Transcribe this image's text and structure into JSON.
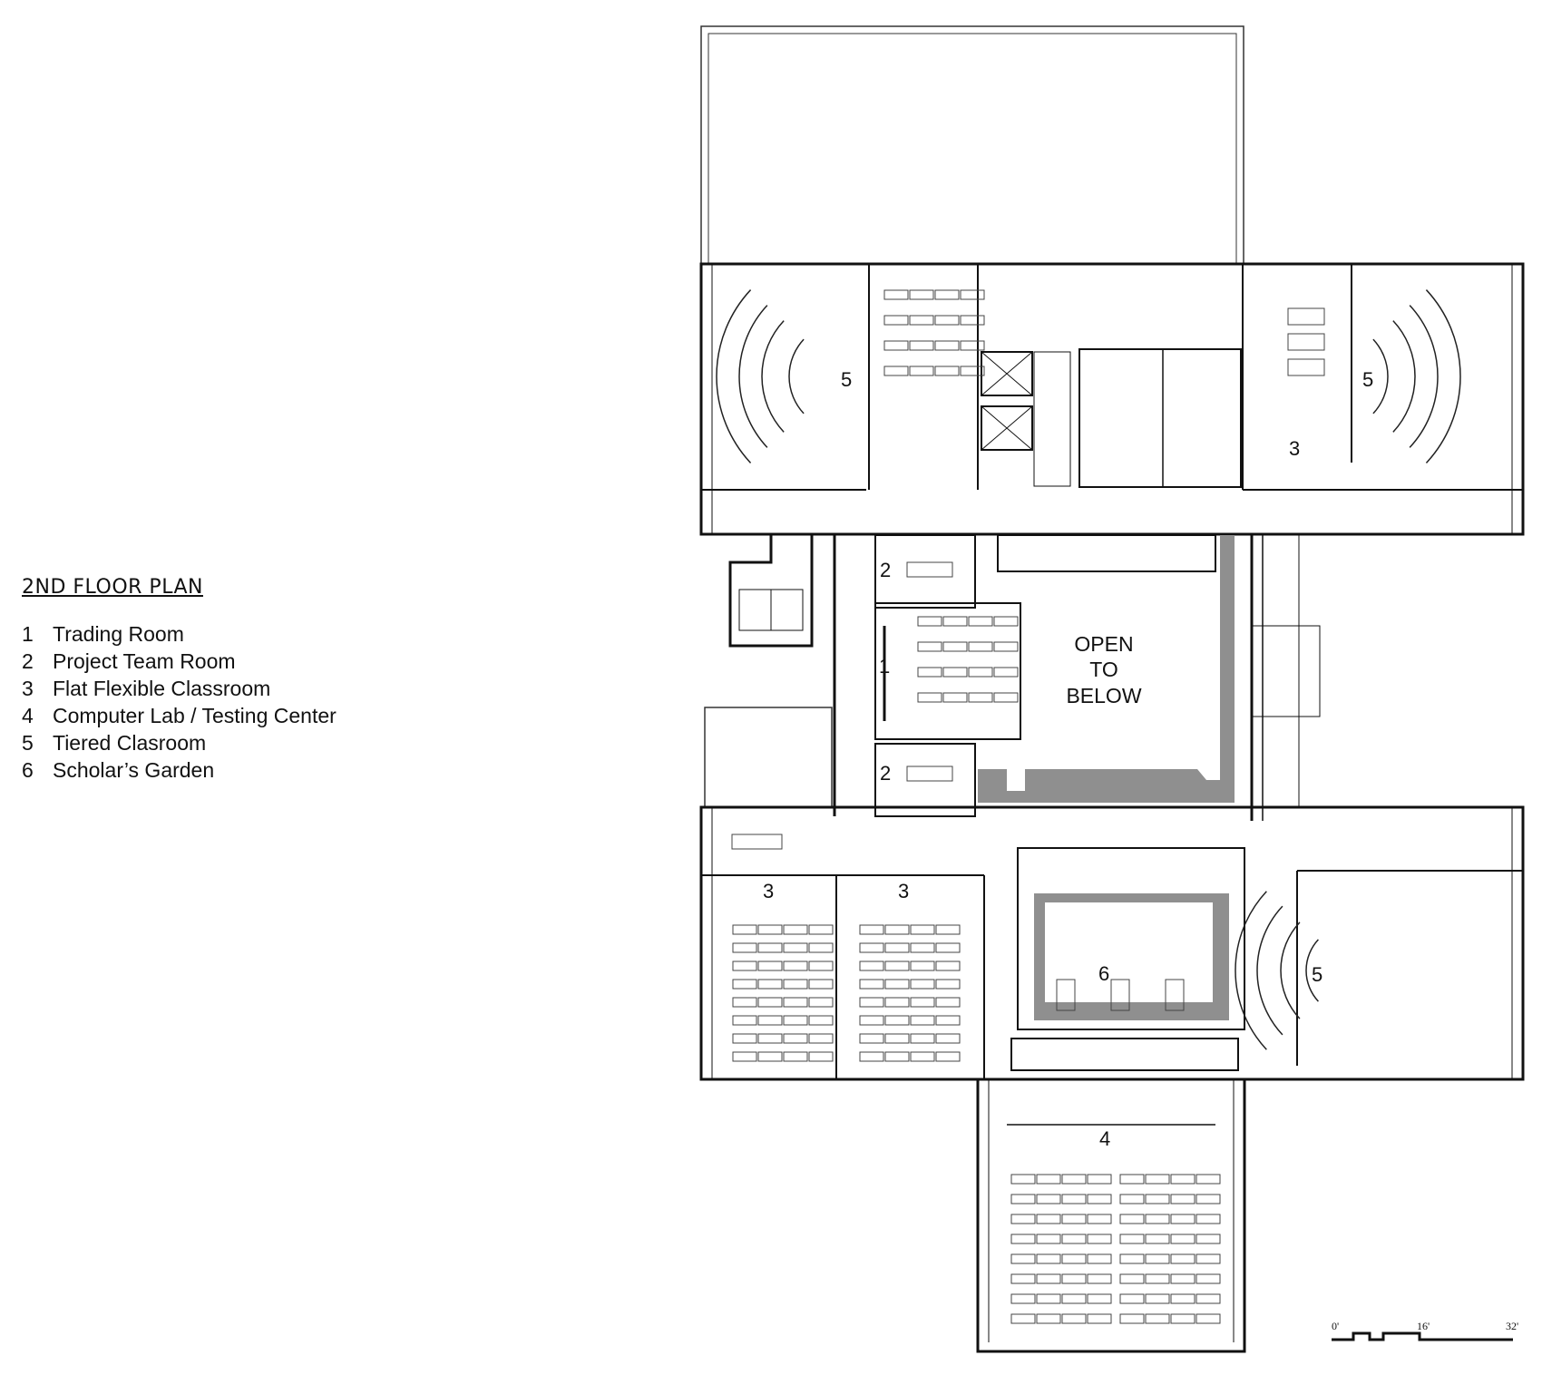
{
  "legend": {
    "title": "2ND FLOOR PLAN",
    "items": [
      {
        "num": "1",
        "label": "Trading Room"
      },
      {
        "num": "2",
        "label": "Project Team Room"
      },
      {
        "num": "3",
        "label": "Flat Flexible Classroom"
      },
      {
        "num": "4",
        "label": "Computer Lab / Testing Center"
      },
      {
        "num": "5",
        "label": "Tiered Clasroom"
      },
      {
        "num": "6",
        "label": "Scholar’s Garden"
      }
    ]
  },
  "plan": {
    "open_to_below": [
      "OPEN",
      "TO",
      "BELOW"
    ],
    "room_numbers": {
      "tiered_nw": "5",
      "tiered_ne": "5",
      "tiered_se": "5",
      "flat_ne": "3",
      "flat_sw_left": "3",
      "flat_sw_right": "3",
      "team_room_top": "2",
      "team_room_bottom": "2",
      "trading_room": "1",
      "computer_lab": "4",
      "garden": "6"
    },
    "scale_bar": {
      "start": "0'",
      "mid": "16'",
      "end": "32'"
    }
  },
  "colors": {
    "wall": "#111111",
    "line": "#555555",
    "shade": "#8f8f8f"
  }
}
